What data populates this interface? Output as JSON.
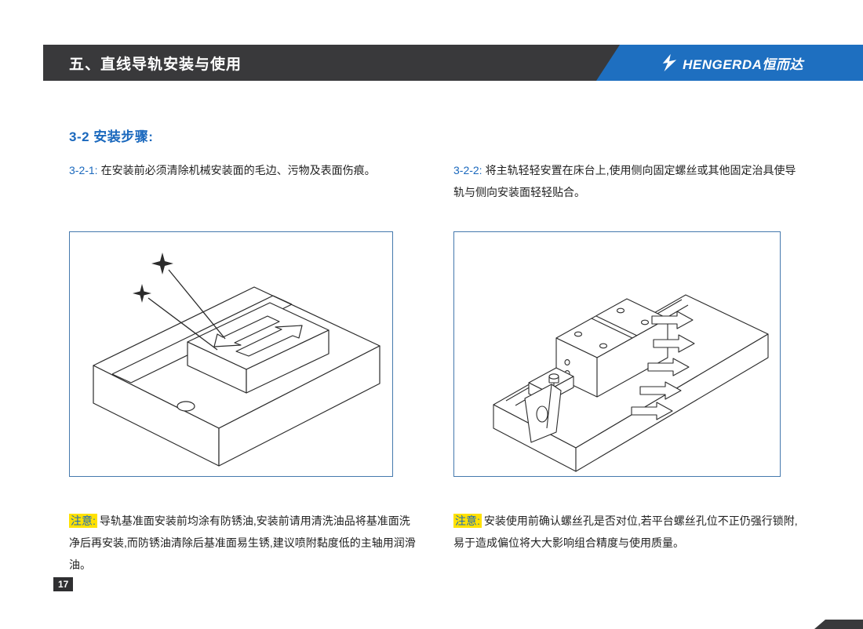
{
  "header": {
    "section_title": "五、直线导轨安装与使用",
    "brand_text": "HENGERDA恒而达"
  },
  "content": {
    "heading": "3-2   安装步骤:",
    "left": {
      "step_label": "3-2-1:",
      "step_text": "在安装前必须清除机械安装面的毛边、污物及表面伤痕。",
      "note_label": "注意:",
      "note_text": "导轨基准面安装前均涂有防锈油,安装前请用清洗油品将基准面洗净后再安装,而防锈油清除后基准面易生锈,建议喷附黏度低的主轴用润滑油。"
    },
    "right": {
      "step_label": "3-2-2:",
      "step_text": "将主轨轻轻安置在床台上,使用侧向固定螺丝或其他固定治具使导轨与侧向安装面轻轻贴合。",
      "note_label": "注意:",
      "note_text": "安装使用前确认螺丝孔是否对位,若平台螺丝孔位不正仍强行锁附,易于造成偏位将大大影响组合精度与使用质量。"
    }
  },
  "footer": {
    "page_number": "17"
  },
  "colors": {
    "accent_blue": "#1a68bd",
    "bar_blue": "#1e6fc0",
    "bar_dark": "#39393b",
    "highlight_yellow": "#ffe100"
  }
}
